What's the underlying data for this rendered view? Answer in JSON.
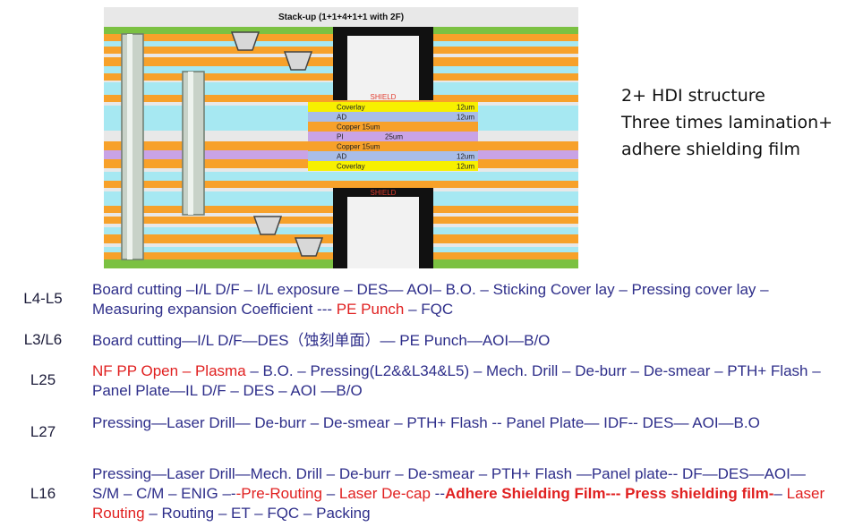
{
  "diagram": {
    "title": "Stack-up (1+1+4+1+1 with 2F)",
    "shield_label": "SHIELD",
    "layers": [
      {
        "name": "Coverlay",
        "thickness": "12um"
      },
      {
        "name": "AD",
        "thickness": "12um"
      },
      {
        "name": "Copper 15um",
        "thickness": ""
      },
      {
        "name": "PI",
        "thickness": "25um"
      },
      {
        "name": "Copper 15um",
        "thickness": ""
      },
      {
        "name": "AD",
        "thickness": "12um"
      },
      {
        "name": "Coverlay",
        "thickness": "12um"
      }
    ],
    "colors": {
      "orange": "#f7a12a",
      "cyan": "#a6e8f2",
      "green": "#7bc142",
      "yellow": "#f7f000",
      "purple": "#c9a3e6",
      "blue": "#a9bde8",
      "black": "#111111"
    }
  },
  "side_notes": {
    "line1": "2+ HDI structure",
    "line2": "Three times lamination+",
    "line3": "adhere shielding film"
  },
  "rows": [
    {
      "label": "L4-L5",
      "parts": [
        {
          "t": "Board cutting –I/L D/F – I/L exposure – DES— AOI– B.O. – Sticking Cover lay – Pressing cover lay – Measuring expansion Coefficient --- ",
          "s": "n"
        },
        {
          "t": "PE Punch",
          "s": "r"
        },
        {
          "t": " – FQC",
          "s": "n"
        }
      ]
    },
    {
      "label": "L3/L6",
      "parts": [
        {
          "t": "Board cutting—I/L D/F—DES（蚀刻单面）— PE Punch—AOI—B/O",
          "s": "n"
        }
      ]
    },
    {
      "label": "L25",
      "parts": [
        {
          "t": "NF PP Open – Plasma",
          "s": "r"
        },
        {
          "t": " – B.O. – Pressing(L2&&L34&L5) – Mech. Drill – De-burr –  De-smear –  PTH+ Flash –Panel Plate—IL D/F – DES –  AOI —B/O",
          "s": "n"
        }
      ]
    },
    {
      "label": "L27",
      "parts": [
        {
          "t": "Pressing—Laser Drill— De-burr –  De-smear –  PTH+ Flash -- Panel Plate— IDF-- DES— AOI—B.O",
          "s": "n"
        }
      ]
    },
    {
      "label": "L16",
      "parts": [
        {
          "t": "Pressing—Laser Drill—Mech. Drill – De-burr –  De-smear –  PTH+ Flash —Panel plate-- DF—DES—AOI—S/M – C/M – ENIG –-",
          "s": "n"
        },
        {
          "t": "-Pre-Routing",
          "s": "r"
        },
        {
          "t": " – ",
          "s": "n"
        },
        {
          "t": "Laser De-cap",
          "s": "r"
        },
        {
          "t": " --",
          "s": "n"
        },
        {
          "t": "Adhere Shielding Film--- Press shielding film-",
          "s": "b"
        },
        {
          "t": "– ",
          "s": "n"
        },
        {
          "t": "Laser Routing",
          "s": "r"
        },
        {
          "t": " – Routing – ET – FQC – Packing",
          "s": "n"
        }
      ]
    }
  ]
}
